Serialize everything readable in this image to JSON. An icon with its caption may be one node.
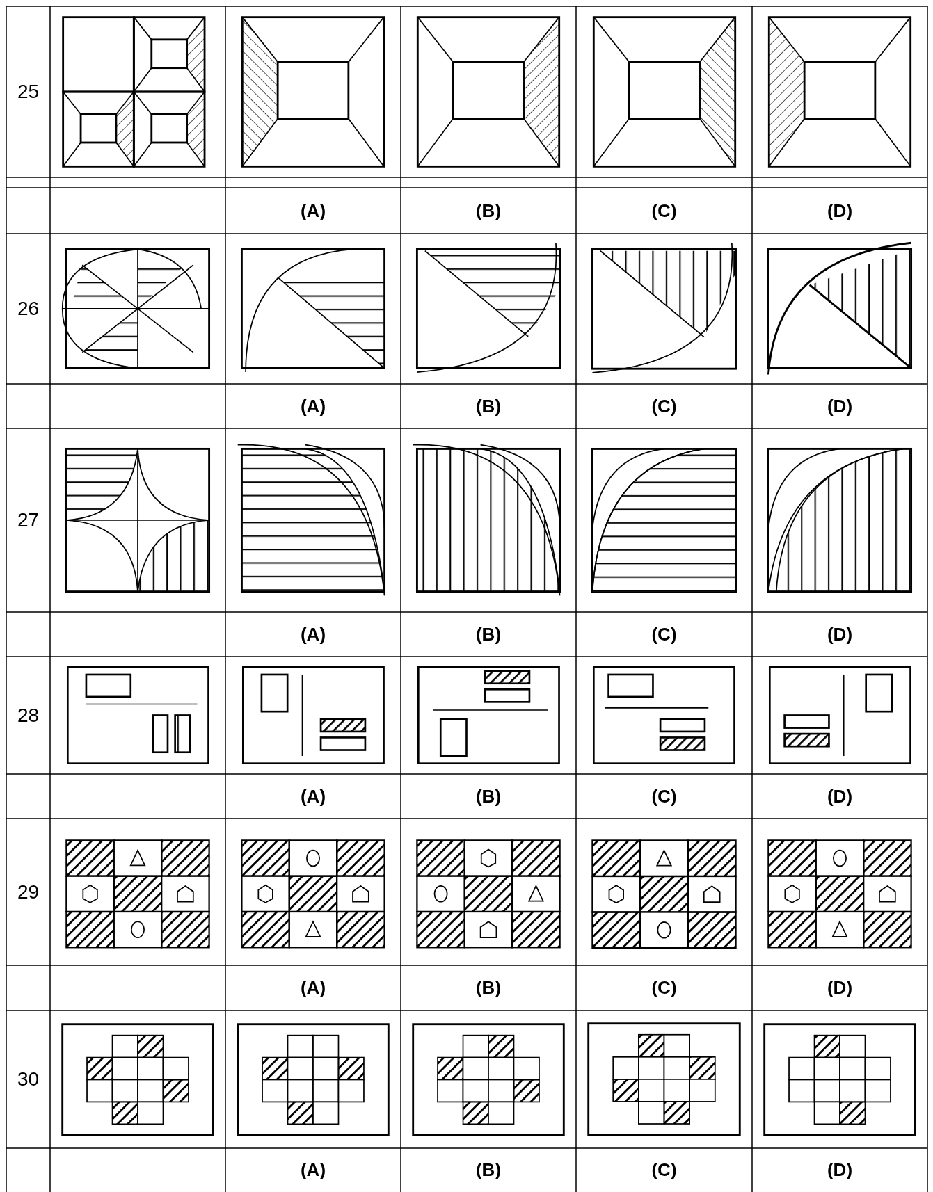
{
  "diagram": {
    "labels": [
      "25",
      "(A)",
      "(B)",
      "(C)",
      "(D)",
      "26",
      "(A)",
      "(B)",
      "(C)",
      "(D)",
      "27",
      "(A)",
      "(B)",
      "(C)",
      "(D)",
      "28",
      "(A)",
      "(B)",
      "(C)",
      "(D)",
      "29",
      "(A)",
      "(B)",
      "(C)",
      "(D)",
      "30",
      "(A)",
      "(B)",
      "(C)",
      "(D)"
    ]
  }
}
